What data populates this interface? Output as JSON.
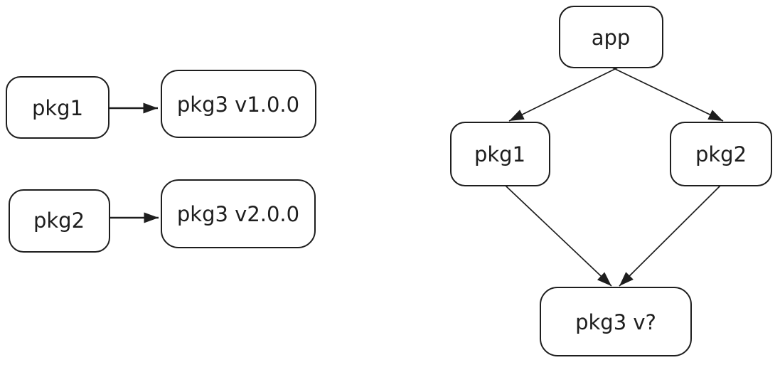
{
  "diagram": {
    "background_color": "#ffffff",
    "stroke_color": "#1e1e1e",
    "nodes": {
      "left_pkg1": {
        "label": "pkg1"
      },
      "left_pkg3_v1": {
        "label": "pkg3 v1.0.0"
      },
      "left_pkg2": {
        "label": "pkg2"
      },
      "left_pkg3_v2": {
        "label": "pkg3 v2.0.0"
      },
      "app": {
        "label": "app"
      },
      "right_pkg1": {
        "label": "pkg1"
      },
      "right_pkg2": {
        "label": "pkg2"
      },
      "pkg3_unresolved": {
        "label": "pkg3 v?"
      }
    },
    "edges": [
      {
        "from": "pkg1",
        "to": "pkg3 v1.0.0"
      },
      {
        "from": "pkg2",
        "to": "pkg3 v2.0.0"
      },
      {
        "from": "app",
        "to": "pkg1"
      },
      {
        "from": "app",
        "to": "pkg2"
      },
      {
        "from": "pkg1",
        "to": "pkg3 v?"
      },
      {
        "from": "pkg2",
        "to": "pkg3 v?"
      }
    ]
  }
}
